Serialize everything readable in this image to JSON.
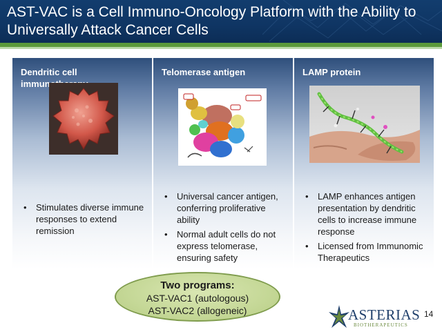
{
  "slide": {
    "title": "AST-VAC is a Cell Immuno-Oncology Platform with the Ability to Universally Attack Cancer Cells",
    "page_number": "14"
  },
  "panels": [
    {
      "title": "Dendritic cell immunotherapy",
      "bullets": [
        "Stimulates diverse immune responses to extend remission"
      ]
    },
    {
      "title": "Telomerase antigen",
      "bullets": [
        "Universal cancer antigen, conferring proliferative ability",
        "Normal adult cells do not express telomerase, ensuring safety"
      ]
    },
    {
      "title": "LAMP protein",
      "bullets": [
        "LAMP enhances antigen presentation by dendritic cells to increase immune response",
        "Licensed from Immunomic Therapeutics"
      ]
    }
  ],
  "callout": {
    "heading": "Two programs:",
    "line1": "AST-VAC1 (autologous)",
    "line2": "AST-VAC2 (allogeneic)"
  },
  "logo": {
    "name": "ASTERIAS",
    "subtitle": "BIOTHERAPEUTICS"
  },
  "colors": {
    "header_blue": "#123d6e",
    "accent_green": "#5b9a3a",
    "oval_green": "#c5d897"
  }
}
